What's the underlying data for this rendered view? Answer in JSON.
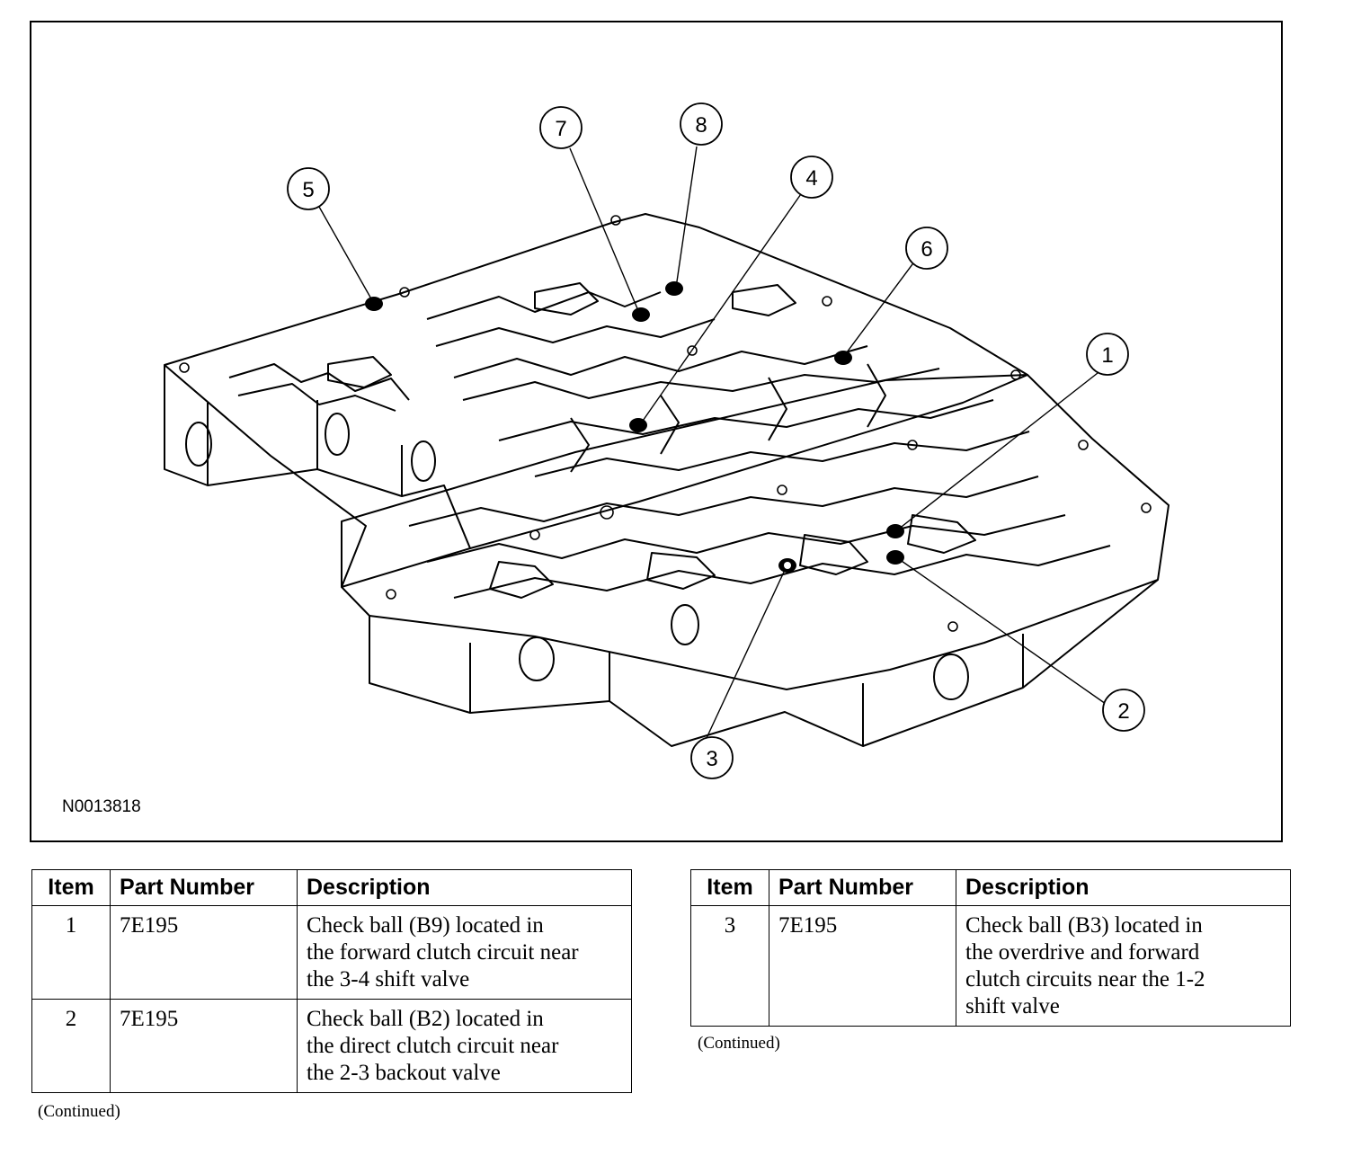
{
  "figure": {
    "id": "N0013818",
    "callouts": [
      {
        "label": "1"
      },
      {
        "label": "2"
      },
      {
        "label": "3"
      },
      {
        "label": "4"
      },
      {
        "label": "5"
      },
      {
        "label": "6"
      },
      {
        "label": "7"
      },
      {
        "label": "8"
      }
    ]
  },
  "tables": [
    {
      "headers": {
        "item": "Item",
        "part": "Part Number",
        "desc": "Description"
      },
      "rows": [
        {
          "item": "1",
          "part": "7E195",
          "desc": [
            "Check ball (B9) located in",
            "the forward clutch circuit near",
            "the 3-4 shift valve"
          ]
        },
        {
          "item": "2",
          "part": "7E195",
          "desc": [
            "Check ball (B2) located in",
            "the direct clutch circuit near",
            "the 2-3 backout valve"
          ]
        }
      ],
      "continued": "(Continued)"
    },
    {
      "headers": {
        "item": "Item",
        "part": "Part Number",
        "desc": "Description"
      },
      "rows": [
        {
          "item": "3",
          "part": "7E195",
          "desc": [
            "Check ball (B3) located in",
            "the overdrive and forward",
            "clutch circuits near the 1-2",
            "shift valve"
          ]
        }
      ],
      "continued": "(Continued)"
    }
  ]
}
